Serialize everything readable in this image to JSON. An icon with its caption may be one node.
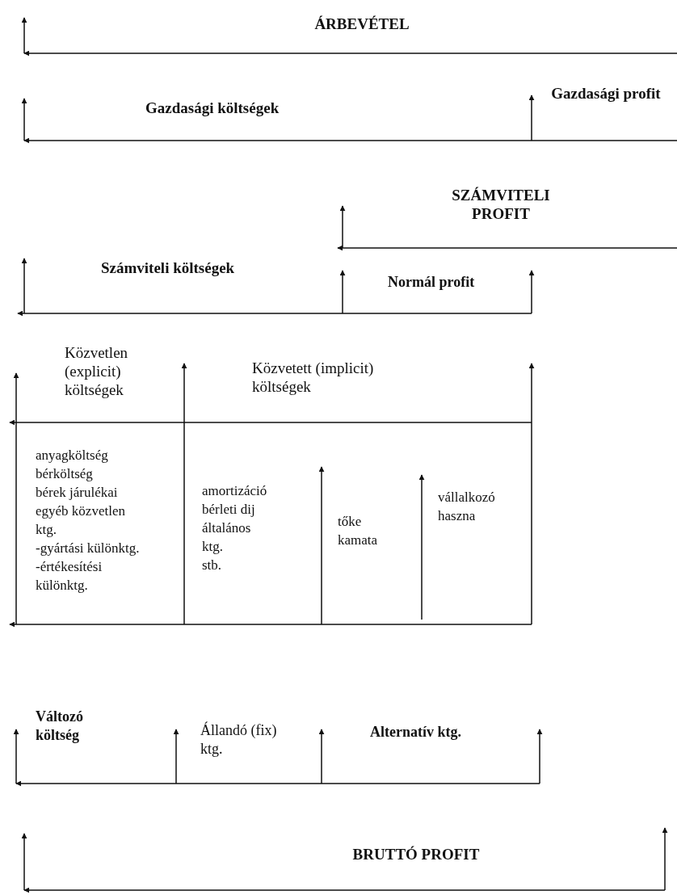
{
  "diagram": {
    "labels": [
      "ÁRBEVÉTEL",
      "Gazdasági költségek",
      "Gazdasági profit",
      "SZÁMVITELI PROFIT",
      "Számviteli költségek",
      "Normál profit",
      "Közvetlen (explicit) költségek",
      "Közvetett (implicit) költségek",
      "anyagköltség",
      "bérköltség",
      "bérek járulékai",
      "egyéb közvetlen ktg.",
      "-gyártási különktg.",
      "-értékesítési különktg.",
      "amortizáció",
      "bérleti dij",
      "általános ktg.",
      "stb.",
      "tőke kamata",
      "vállalkozó haszna",
      "Változó költség",
      "Állandó (fix) ktg.",
      "Alternatív ktg.",
      "BRUTTÓ PROFIT"
    ]
  }
}
